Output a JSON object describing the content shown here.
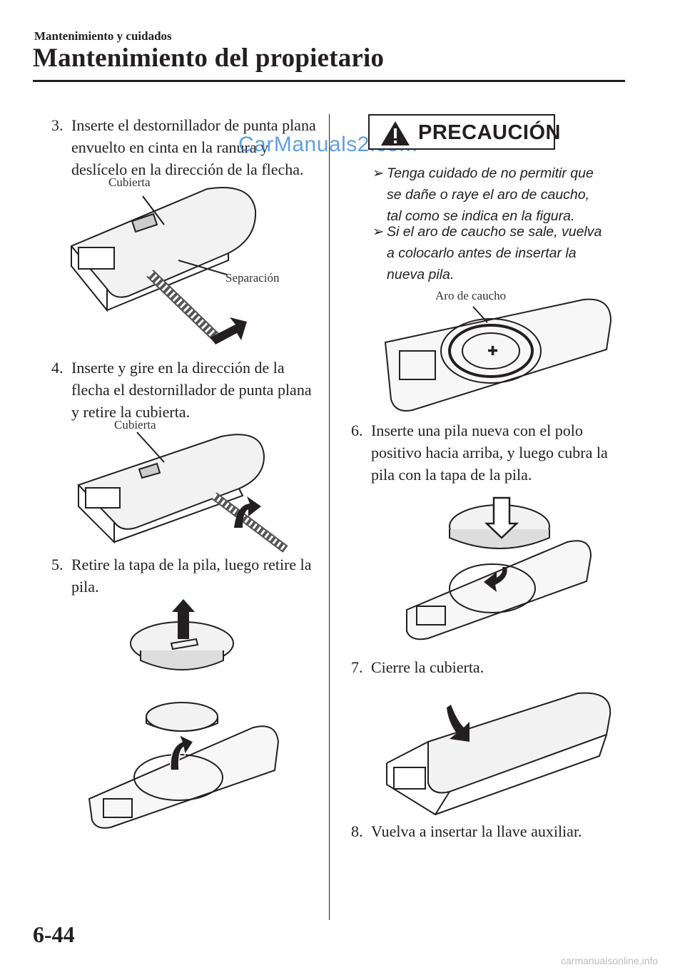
{
  "header": {
    "section": "Mantenimiento y cuidados",
    "title": "Mantenimiento del propietario"
  },
  "watermark": "CarManuals2.com",
  "steps": [
    {
      "num": "3.",
      "text": "Inserte el destornillador de punta plana envuelto en cinta en la ranura y deslícelo en la dirección de la flecha."
    },
    {
      "num": "4.",
      "text": "Inserte y gire en la dirección de la flecha el destornillador de punta plana y retire la cubierta."
    },
    {
      "num": "5.",
      "text": "Retire la tapa de la pila, luego retire la pila."
    },
    {
      "num": "6.",
      "text": "Inserte una pila nueva con el polo positivo hacia arriba, y luego cubra la pila con la tapa de la pila."
    },
    {
      "num": "7.",
      "text": "Cierre la cubierta."
    },
    {
      "num": "8.",
      "text": "Vuelva a insertar la llave auxiliar."
    }
  ],
  "callouts": {
    "fig3_cover": "Cubierta",
    "fig3_gap": "Separación",
    "fig4_cover": "Cubierta",
    "fig_oring": "Aro de caucho"
  },
  "caution": {
    "title": "PRECAUCIÓN",
    "bullets": [
      "Tenga cuidado de no permitir que se dañe o raye el aro de caucho, tal como se indica en la figura.",
      "Si el aro de caucho se sale, vuelva a colocarlo antes de insertar la nueva pila."
    ],
    "bullet_mark": "➢",
    "icon": "warning-triangle-icon"
  },
  "footer": {
    "page_number": "6-44",
    "site": "carmanualsonline.info"
  }
}
